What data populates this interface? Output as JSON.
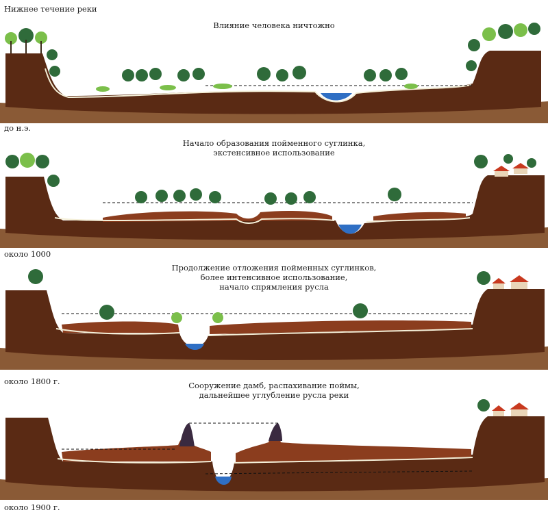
{
  "corner_title": "Нижнее течение реки",
  "panels": [
    {
      "caption_lines": [
        "Влияние человека ничтожно"
      ],
      "era": "до н.э."
    },
    {
      "caption_lines": [
        "Начало образования пойменного суглинка,",
        "экстенсивное использование"
      ],
      "era": "около 1000"
    },
    {
      "caption_lines": [
        "Продолжение отложения пойменных суглинков,",
        "более интенсивное использование,",
        "начало спрямления русла"
      ],
      "era": "около 1800 г."
    },
    {
      "caption_lines": [
        "Сооружение дамб, распахивание поймы,",
        "дальнейшее углубление русла реки"
      ],
      "era": "около 1900 г."
    }
  ],
  "colors": {
    "upper_soil": "#5a2a14",
    "lower_soil": "#8a5a36",
    "loam": "#8b3d1e",
    "water": "#2f6fc4",
    "tree_green": "#2f6b3a",
    "light_green": "#7bbf4a",
    "white_line": "#f4efd8"
  }
}
